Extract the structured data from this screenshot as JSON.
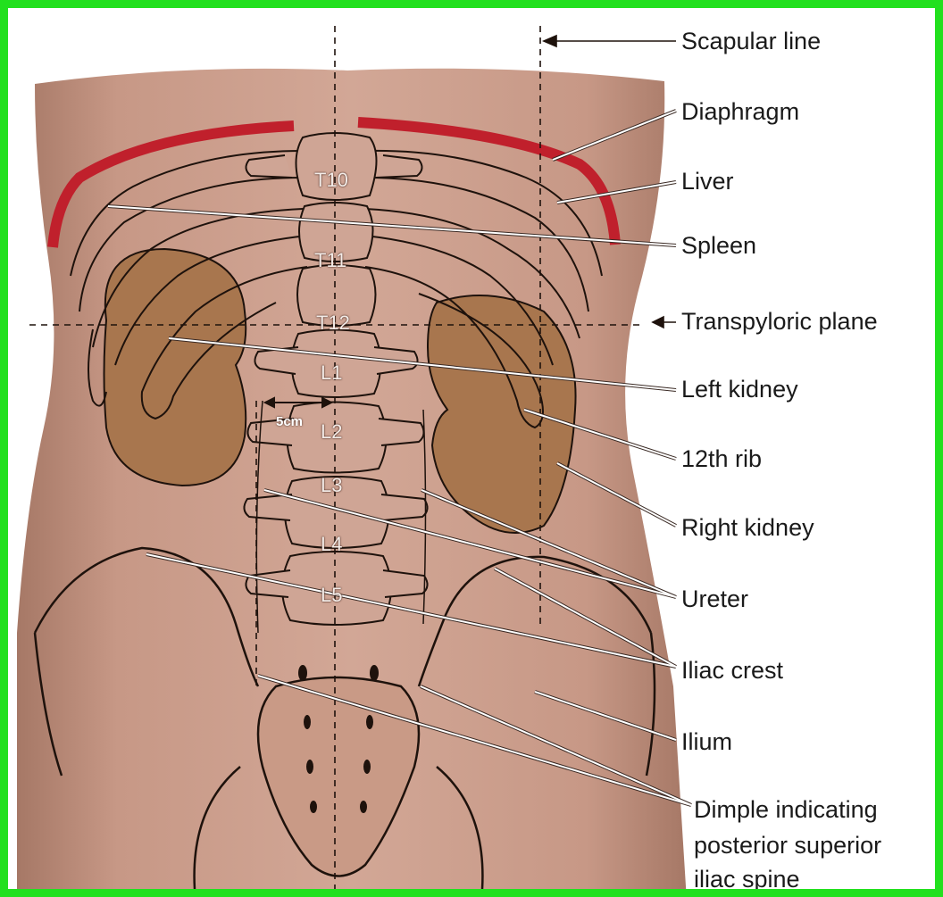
{
  "labels": {
    "scapular_line": "Scapular line",
    "diaphragm": "Diaphragm",
    "liver": "Liver",
    "spleen": "Spleen",
    "transpyloric_plane": "Transpyloric plane",
    "left_kidney": "Left kidney",
    "rib12": "12th rib",
    "right_kidney": "Right kidney",
    "ureter": "Ureter",
    "iliac_crest": "Iliac crest",
    "ilium": "Ilium",
    "dimple_1": "Dimple indicating",
    "dimple_2": "posterior superior",
    "dimple_3": "iliac spine"
  },
  "vertebrae": [
    "T10",
    "T11",
    "T12",
    "L1",
    "L2",
    "L3",
    "L4",
    "L5"
  ],
  "measurement": "5cm",
  "colors": {
    "border": "#22e01e",
    "skin": "#c99a86",
    "diaphragm": "#c0202c",
    "organ": "#a8764e",
    "outline": "#1e120c"
  }
}
